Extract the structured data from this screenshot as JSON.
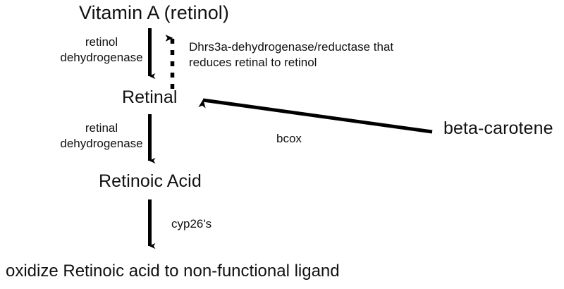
{
  "diagram": {
    "title_text": "Vitamin A (retinol)",
    "background_color": "#ffffff",
    "stroke_color": "#000000",
    "nodes": [
      {
        "id": "vitamin-a",
        "label": "Vitamin A (retinol)"
      },
      {
        "id": "retinal",
        "label": "Retinal"
      },
      {
        "id": "retinoic-acid",
        "label": "Retinoic Acid"
      },
      {
        "id": "beta-carotene",
        "label": "beta-carotene"
      }
    ],
    "edge_labels": {
      "retinol_dehydrogenase_line1": "retinol",
      "retinol_dehydrogenase_line2": "dehydrogenase",
      "retinal_dehydrogenase_line1": "retinal",
      "retinal_dehydrogenase_line2": "dehydrogenase",
      "bcox": "bcox",
      "cyp26": "cyp26's"
    },
    "annotations": {
      "dhrs3a_line1": "Dhrs3a-dehydrogenase/reductase that",
      "dhrs3a_line2": "reduces retinal to retinol"
    },
    "caption": "oxidize Retinoic acid to non-functional ligand"
  }
}
